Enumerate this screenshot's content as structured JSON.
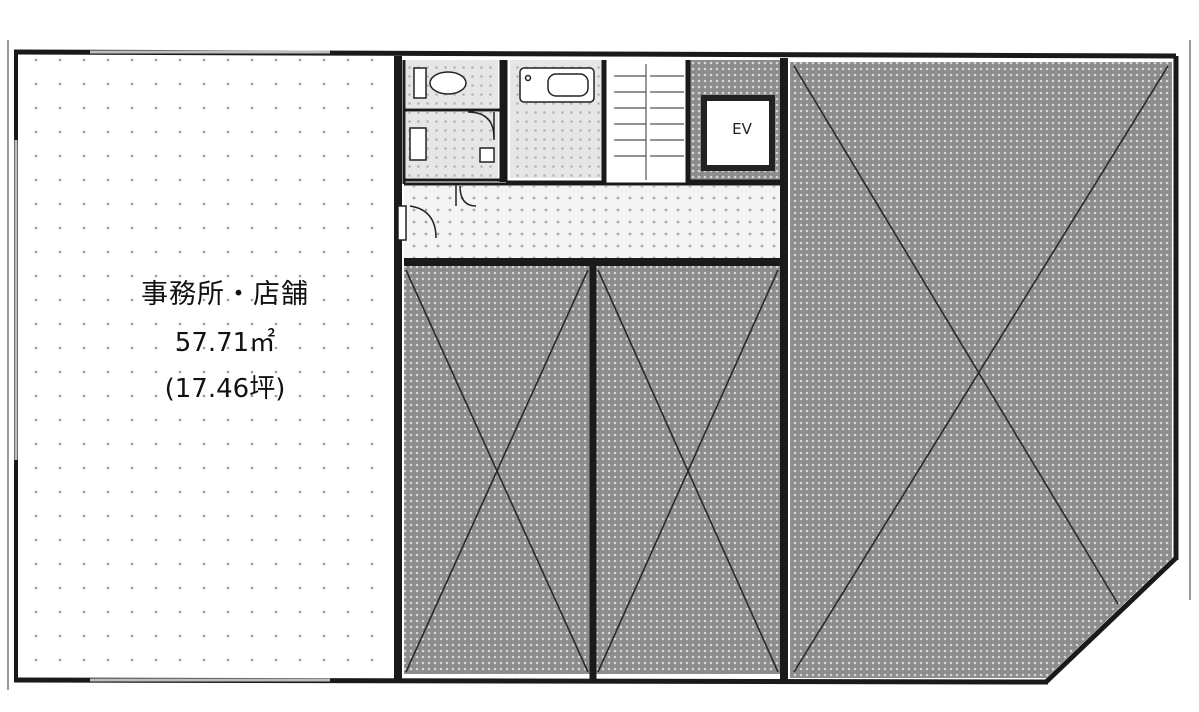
{
  "plan": {
    "office": {
      "name": "事務所・店舗",
      "area": "57.71㎡",
      "tsubo": "(17.46坪)"
    },
    "elevator": {
      "label": "EV"
    },
    "colors": {
      "wall": "#1a1a1a",
      "unavailable_fill": "#8a8a8a",
      "corridor_fill": "#f2f2f2",
      "office_fill": "#ffffff",
      "dot": "#9a9a9a"
    }
  }
}
